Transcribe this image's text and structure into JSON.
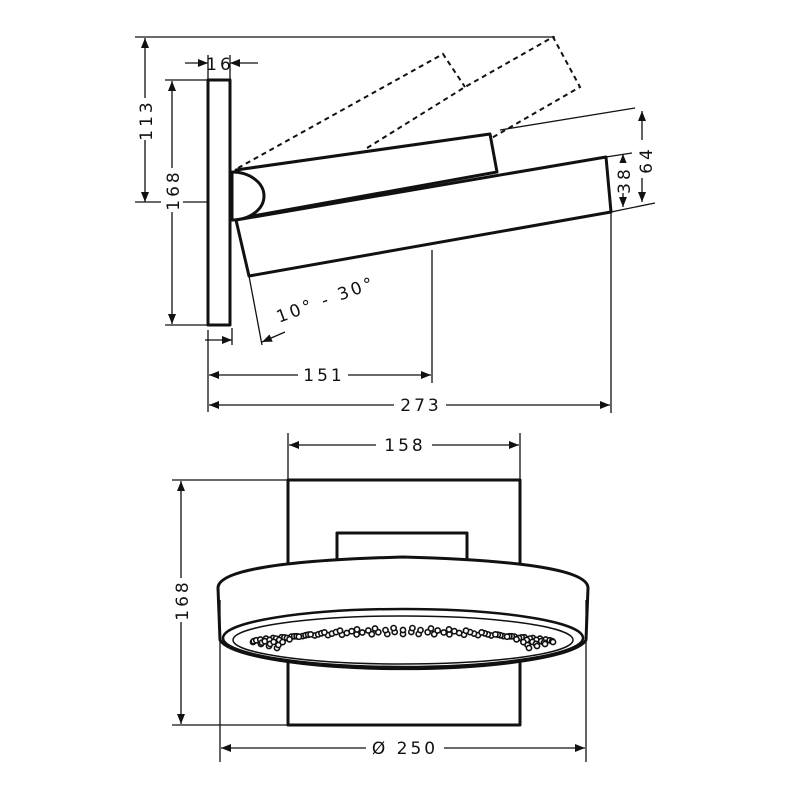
{
  "side_view": {
    "dim_height_top": "113",
    "dim_plate_thickness": "16",
    "dim_plate_height": "168",
    "dim_head_thickness": "38",
    "dim_total_thickness": "64",
    "dim_angle": "10° - 30°",
    "dim_arm_length": "151",
    "dim_total_projection": "273"
  },
  "front_view": {
    "dim_plate_width": "158",
    "dim_plate_height": "168",
    "dim_head_diameter": "Ø 250"
  }
}
